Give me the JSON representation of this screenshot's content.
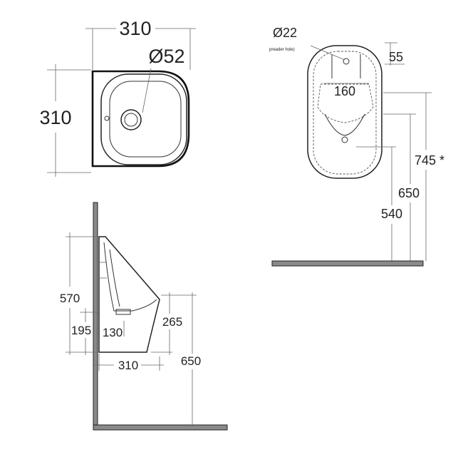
{
  "top_view": {
    "width_label": "310",
    "depth_label": "310",
    "outlet_label": "Ø52"
  },
  "front_view": {
    "spreader_label": "Ø22",
    "spreader_note": "preader hole)",
    "offset_label": "55",
    "width_label": "160",
    "height_745_label": "745 *",
    "height_650_label": "650",
    "height_540_label": "540"
  },
  "side_view": {
    "height_label": "570",
    "outlet_height_label": "195",
    "outlet_offset_label": "130",
    "front_height_label": "265",
    "depth_label": "310",
    "floor_height_label": "650"
  }
}
